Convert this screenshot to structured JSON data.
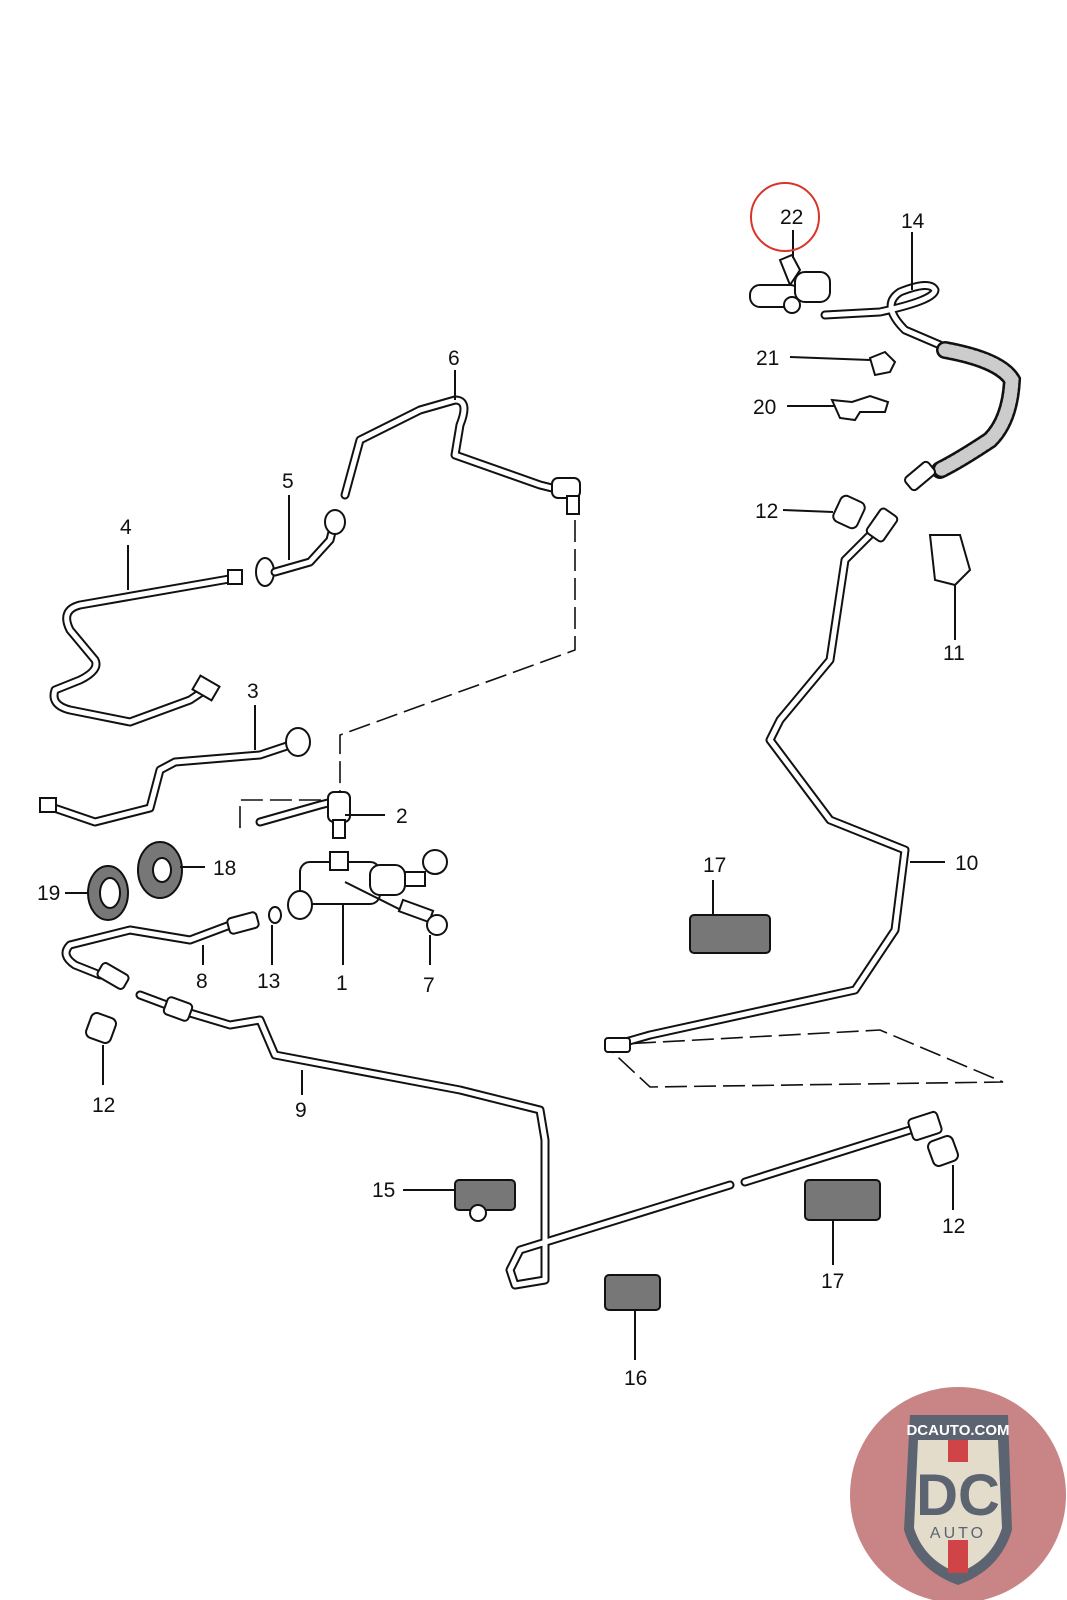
{
  "diagram": {
    "type": "exploded parts diagram",
    "subject": "clutch hydraulic system — master cylinder, slave cylinder, lines and clips",
    "highlighted_callout": "22",
    "highlight_color": "#d9342b",
    "callouts": [
      {
        "id": "c1",
        "label": "1"
      },
      {
        "id": "c2",
        "label": "2"
      },
      {
        "id": "c3",
        "label": "3"
      },
      {
        "id": "c4",
        "label": "4"
      },
      {
        "id": "c5",
        "label": "5"
      },
      {
        "id": "c6",
        "label": "6"
      },
      {
        "id": "c7",
        "label": "7"
      },
      {
        "id": "c8",
        "label": "8"
      },
      {
        "id": "c9",
        "label": "9"
      },
      {
        "id": "c10",
        "label": "10"
      },
      {
        "id": "c11",
        "label": "11"
      },
      {
        "id": "c12a",
        "label": "12"
      },
      {
        "id": "c12b",
        "label": "12"
      },
      {
        "id": "c12c",
        "label": "12"
      },
      {
        "id": "c13",
        "label": "13"
      },
      {
        "id": "c14",
        "label": "14"
      },
      {
        "id": "c15",
        "label": "15"
      },
      {
        "id": "c16",
        "label": "16"
      },
      {
        "id": "c17a",
        "label": "17"
      },
      {
        "id": "c17b",
        "label": "17"
      },
      {
        "id": "c18",
        "label": "18"
      },
      {
        "id": "c19",
        "label": "19"
      },
      {
        "id": "c20",
        "label": "20"
      },
      {
        "id": "c21",
        "label": "21"
      },
      {
        "id": "c22",
        "label": "22"
      }
    ]
  },
  "watermark": {
    "top_text": "DCAUTO.COM",
    "main_text": "DC",
    "sub_text": "AUTO",
    "colors": {
      "badge_bg": "#c98585",
      "shield": "#5b6470",
      "shield_fill": "#e4dccb",
      "stripe": "#d04448"
    }
  }
}
